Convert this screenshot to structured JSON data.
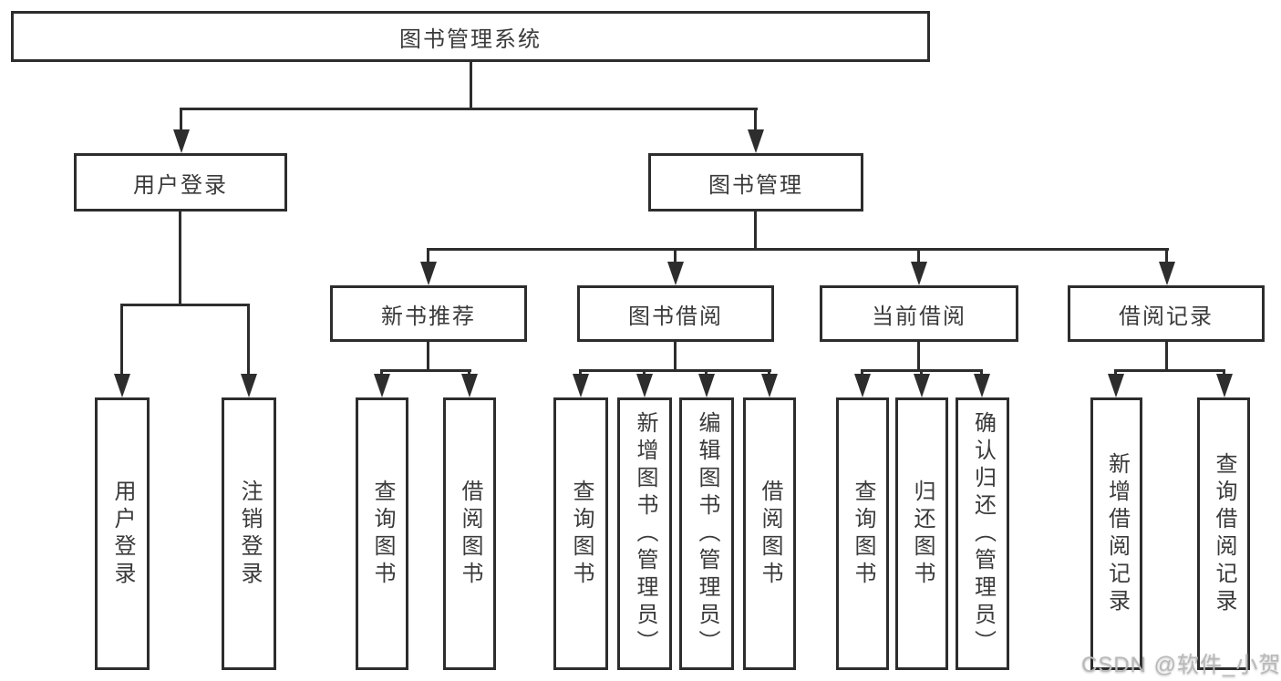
{
  "diagram": {
    "root": "图书管理系统",
    "level2": [
      "用户登录",
      "图书管理"
    ],
    "level3": [
      "新书推荐",
      "图书借阅",
      "当前借阅",
      "借阅记录"
    ],
    "children": {
      "user_login": [
        "用户登录",
        "注销登录"
      ],
      "new_books": [
        "查询图书",
        "借阅图书"
      ],
      "book_borrow": [
        "查询图书",
        "新增图书（管理员）",
        "编辑图书（管理员）",
        "借阅图书"
      ],
      "current_borrow": [
        "查询图书",
        "归还图书",
        "确认归还（管理员）"
      ],
      "borrow_records": [
        "新增借阅记录",
        "查询借阅记录"
      ]
    }
  },
  "watermark": "CSDN @软件_小贺同学",
  "colors": {
    "line": "#2d2d2d",
    "text": "#3a3a3a",
    "background": "#ffffff",
    "watermark_text": "#b9b9b9"
  }
}
